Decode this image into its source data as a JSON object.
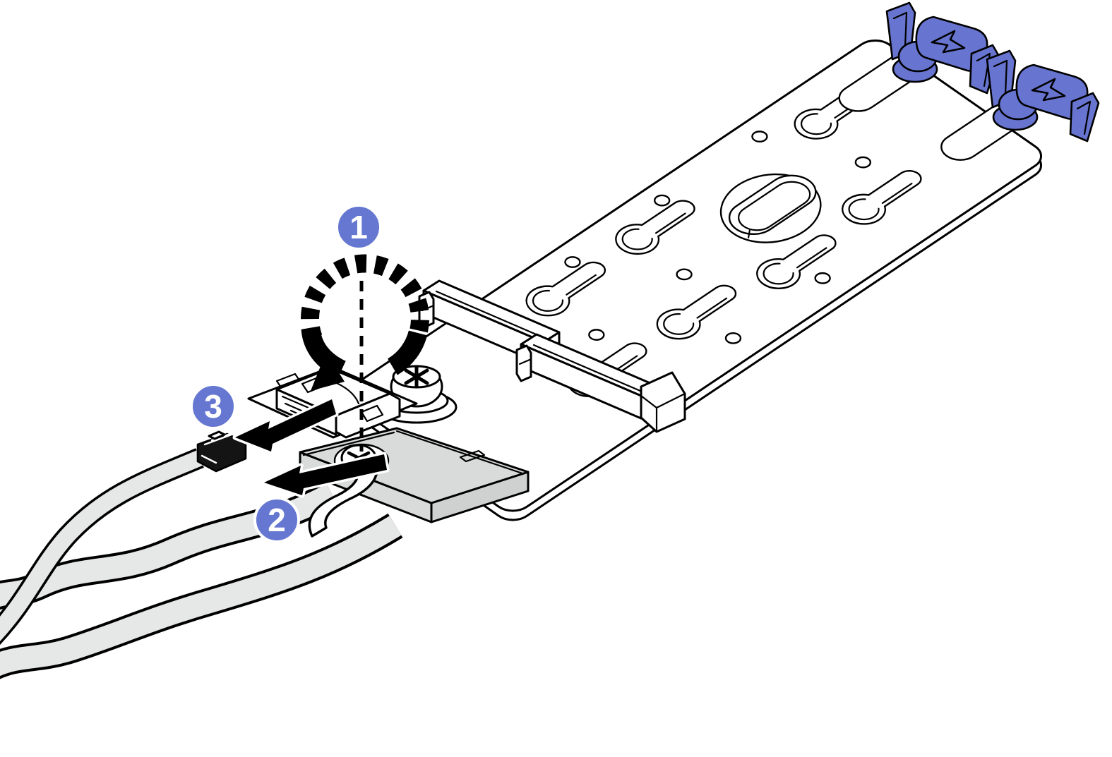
{
  "figure": {
    "background": "#FFFFFF",
    "callouts": [
      {
        "label": "1"
      },
      {
        "label": "2"
      },
      {
        "label": "3"
      }
    ],
    "colors": {
      "callout_blue": "#6577D0",
      "retainer_blue": "#6775D0",
      "cable_gray": "#E6E7E7",
      "plate_gray": "#D9DBDB",
      "line_black": "#000000"
    }
  }
}
